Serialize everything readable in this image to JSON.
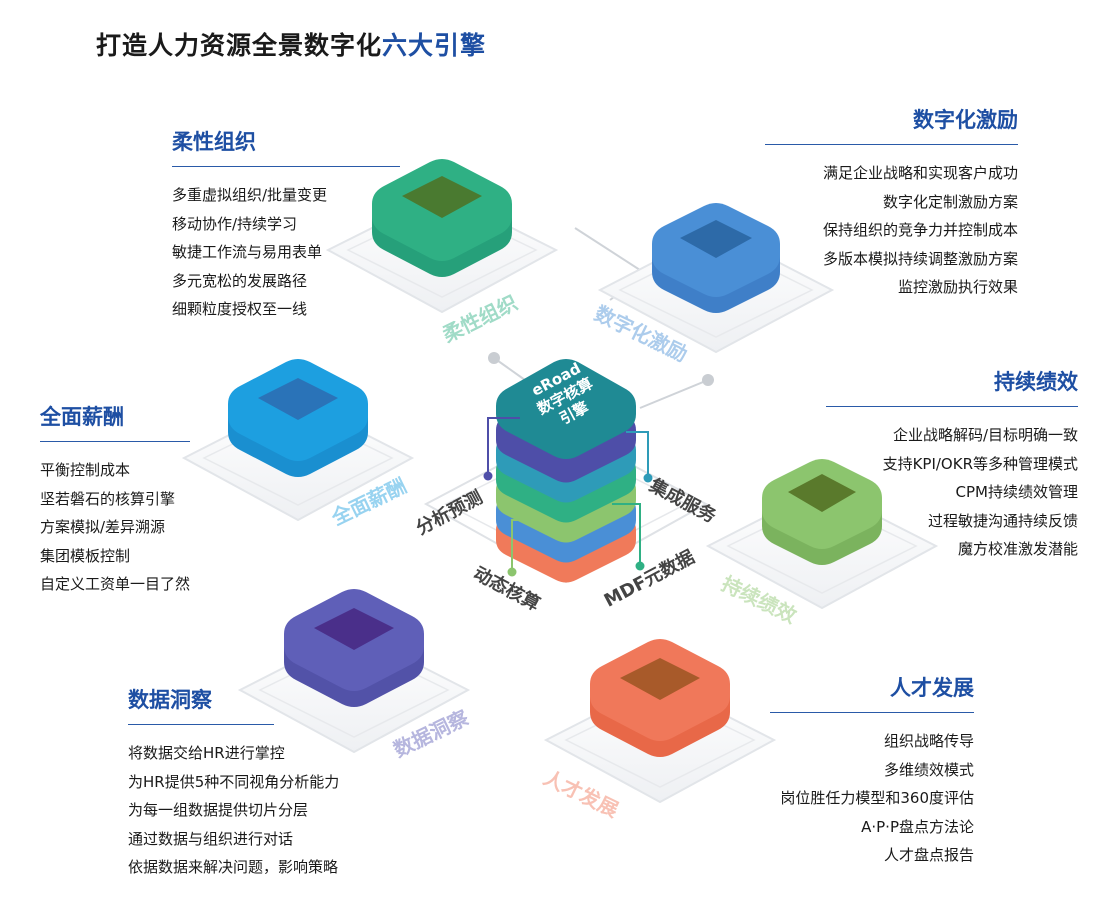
{
  "page": {
    "title_main": "打造人力资源全景数字化",
    "title_accent": "六大引擎"
  },
  "sections": {
    "flexible_org": {
      "title": "柔性组织",
      "items": [
        "多重虚拟组织/批量变更",
        "移动协作/持续学习",
        "敏捷工作流与易用表单",
        "多元宽松的发展路径",
        "细颗粒度授权至一线"
      ]
    },
    "digital_incentive": {
      "title": "数字化激励",
      "items": [
        "满足企业战略和实现客户成功",
        "数字化定制激励方案",
        "保持组织的竞争力并控制成本",
        "多版本模拟持续调整激励方案",
        "监控激励执行效果"
      ]
    },
    "full_compensation": {
      "title": "全面薪酬",
      "items": [
        "平衡控制成本",
        "坚若磐石的核算引擎",
        "方案模拟/差异溯源",
        "集团模板控制",
        "自定义工资单一目了然"
      ]
    },
    "continuous_performance": {
      "title": "持续绩效",
      "items": [
        "企业战略解码/目标明确一致",
        "支持KPI/OKR等多种管理模式",
        "CPM持续绩效管理",
        "过程敏捷沟通持续反馈",
        "魔方校准激发潜能"
      ]
    },
    "data_insight": {
      "title": "数据洞察",
      "items": [
        "将数据交给HR进行掌控",
        "为HR提供5种不同视角分析能力",
        "为每一组数据提供切片分层",
        "通过数据与组织进行对话",
        "依据数据来解决问题，影响策略"
      ]
    },
    "talent_development": {
      "title": "人才发展",
      "items": [
        "组织战略传导",
        "多维绩效模式",
        "岗位胜任力模型和360度评估",
        "A·P·P盘点方法论",
        "人才盘点报告"
      ]
    }
  },
  "tiles": {
    "flexible_org": "柔性组织",
    "digital_incentive": "数字化激励",
    "full_compensation": "全面薪酬",
    "continuous_performance": "持续绩效",
    "data_insight": "数据洞察",
    "talent_development": "人才发展"
  },
  "core": {
    "center_line1": "eRoad",
    "center_line2": "数字核算",
    "center_line3": "引擎",
    "label_analysis": "分析预测",
    "label_integration": "集成服务",
    "label_dynamic": "动态核算",
    "label_mdf": "MDF元数据"
  },
  "colors": {
    "title_blue": "#1e4fa3",
    "green": "#2fb084",
    "blue": "#4a8fd6",
    "sky": "#1d9fe0",
    "light_green": "#8cc56e",
    "purple": "#5f5fb8",
    "orange": "#f0785a"
  }
}
